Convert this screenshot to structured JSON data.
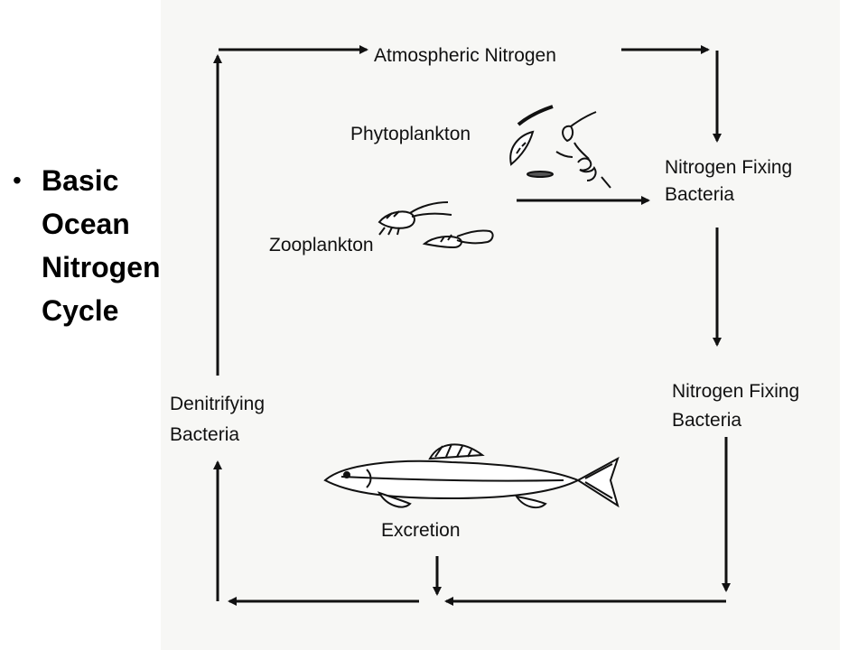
{
  "slide": {
    "bullet_lines": [
      "Basic",
      "Ocean",
      "Nitrogen",
      "Cycle"
    ]
  },
  "diagram": {
    "labels": {
      "atmospheric_nitrogen": "Atmospheric Nitrogen",
      "phytoplankton": "Phytoplankton",
      "zooplankton": "Zooplankton",
      "nitrogen_fixing_bacteria_top_line1": "Nitrogen Fixing",
      "nitrogen_fixing_bacteria_top_line2": "Bacteria",
      "nitrogen_fixing_bacteria_bottom_line1": "Nitrogen Fixing",
      "nitrogen_fixing_bacteria_bottom_line2": "Bacteria",
      "denitrifying_bacteria_line1": "Denitrifying",
      "denitrifying_bacteria_line2": "Bacteria",
      "excretion": "Excretion"
    },
    "colors": {
      "ink": "#111111",
      "panel": "#f7f7f5"
    }
  }
}
